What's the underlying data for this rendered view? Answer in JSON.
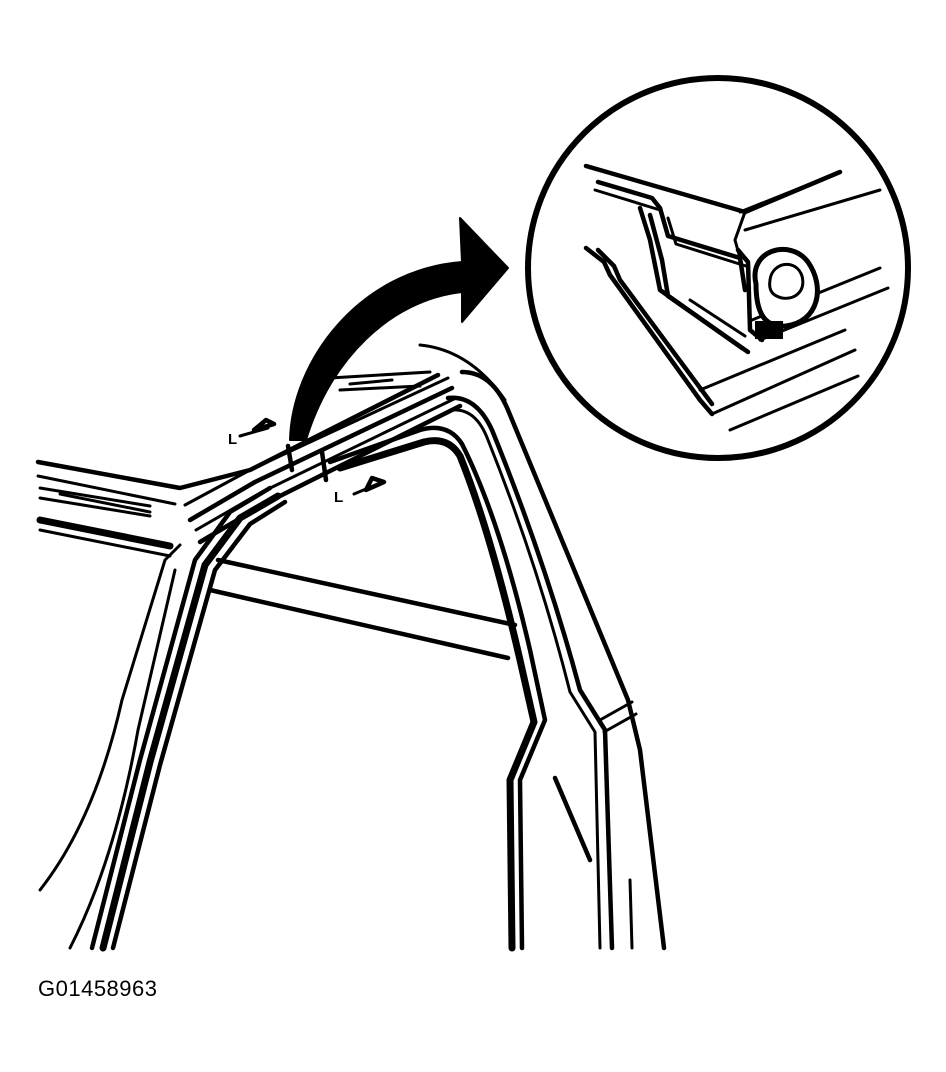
{
  "figure": {
    "id_label": "G01458963",
    "callout_letters": [
      "L",
      "L"
    ],
    "icons": {
      "detail": "magnified-seal-detail",
      "arrow": "curved-callout-arrow",
      "frame": "door-frame-weatherstrip"
    },
    "colors": {
      "ink": "#000000",
      "paper": "#ffffff"
    }
  }
}
